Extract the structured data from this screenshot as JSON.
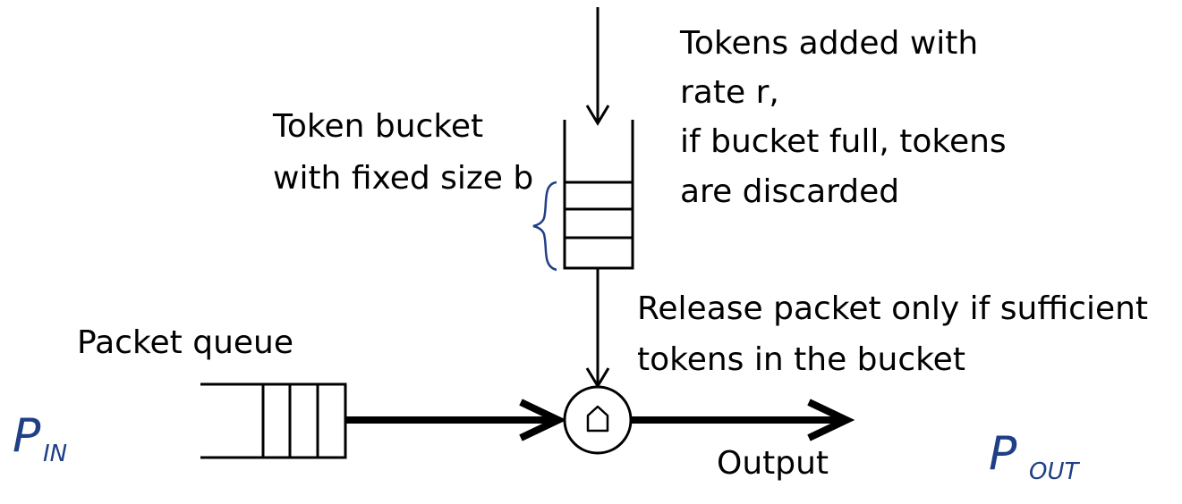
{
  "token_bucket_label": [
    "Token bucket",
    "with fixed size b"
  ],
  "tokens_added_label": [
    "Tokens added with",
    "rate r,",
    "if bucket full, tokens",
    "are discarded"
  ],
  "release_label": [
    "Release packet only if sufficient",
    "tokens in the bucket"
  ],
  "packet_queue_label": "Packet queue",
  "output_label": "Output",
  "p_in": {
    "main": "P",
    "sub": "IN"
  },
  "p_out": {
    "main": "P",
    "sub": "OUT"
  },
  "colors": {
    "ink": "#000000",
    "handwriting": "#1f3f86"
  }
}
